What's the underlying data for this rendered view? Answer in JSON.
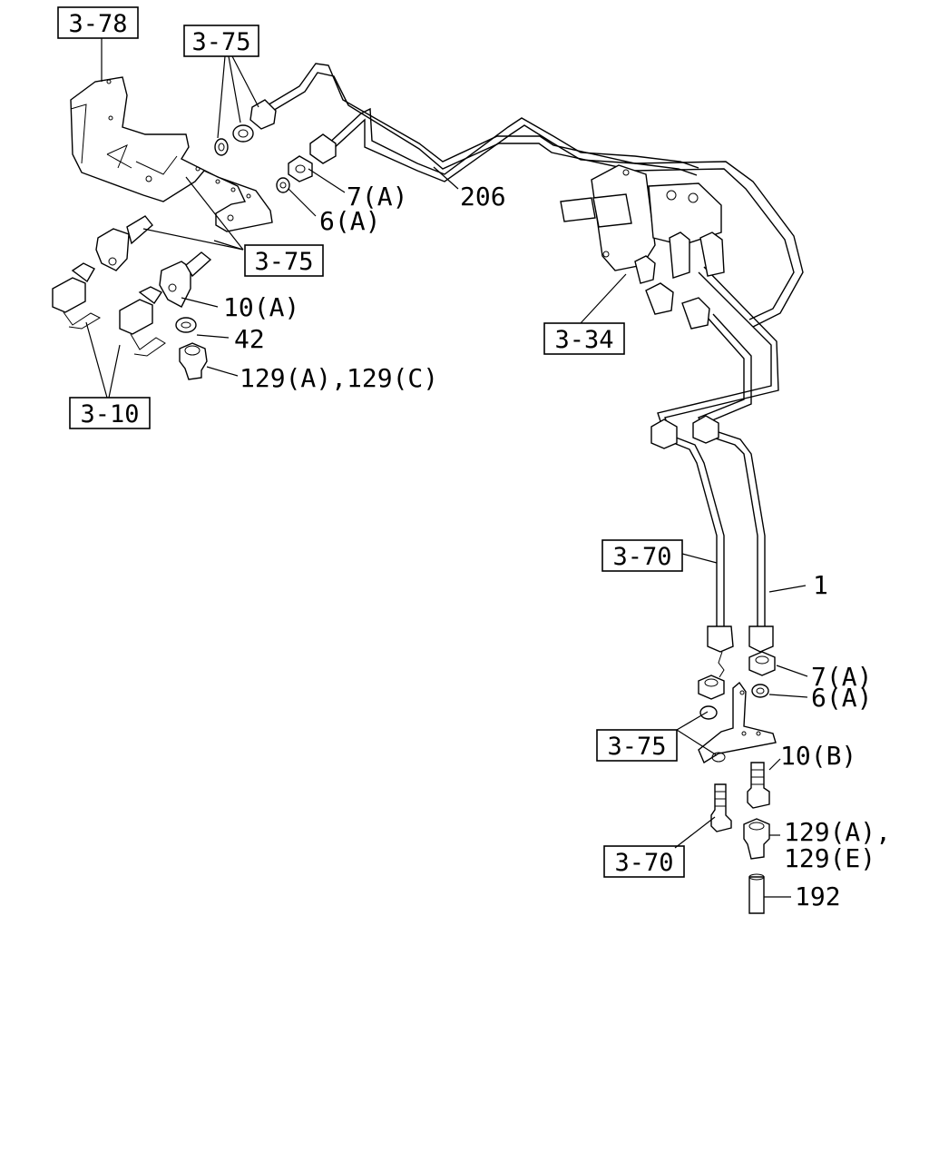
{
  "refs": {
    "r378": "3-78",
    "r375a": "3-75",
    "r375b": "3-75",
    "r375c": "3-75",
    "r310": "3-10",
    "r334": "3-34",
    "r370a": "3-70",
    "r370b": "3-70"
  },
  "labels": {
    "l7a_top": "7(A)",
    "l6a_top": "6(A)",
    "l206": "206",
    "l10a": "10(A)",
    "l42": "42",
    "l129ac": "129(A),129(C)",
    "l1": "1",
    "l7a_bot": "7(A)",
    "l6a_bot": "6(A)",
    "l10b": "10(B)",
    "l129ae_1": "129(A),",
    "l129ae_2": "129(E)",
    "l192": "192"
  }
}
